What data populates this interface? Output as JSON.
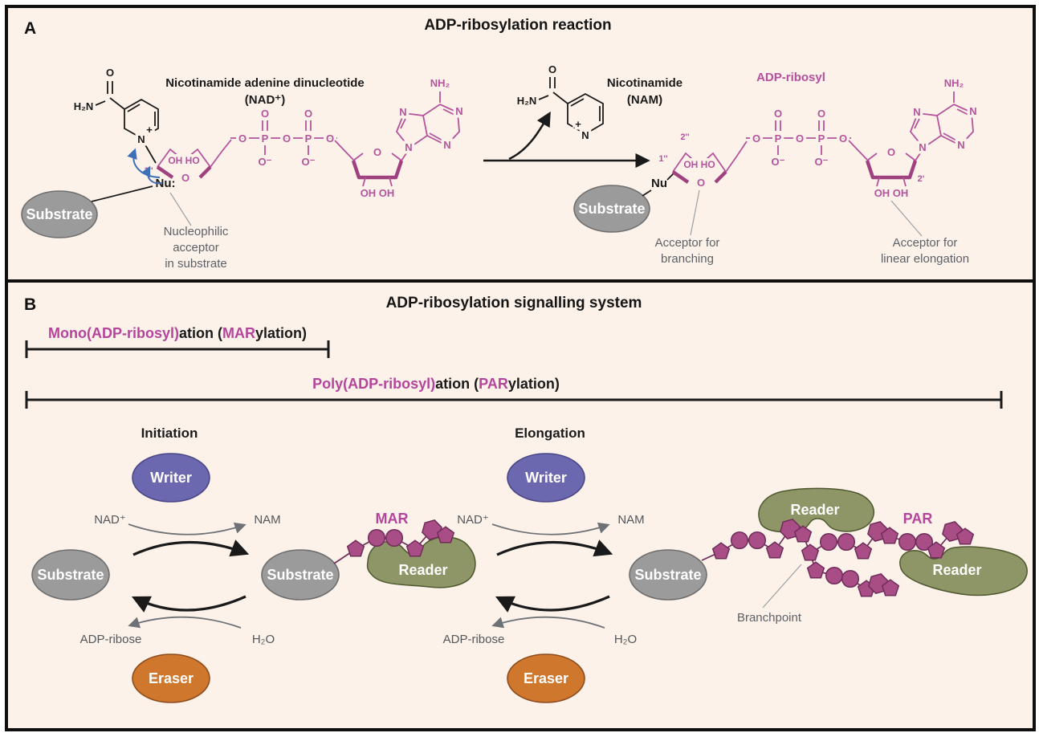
{
  "colors": {
    "background": "#fcf2ea",
    "magenta": "#b3549c",
    "chain_fill": "#a94d87",
    "chain_stroke": "#6f2c59",
    "substrate_fill": "#9b9b9b",
    "writer_fill": "#6b68b0",
    "eraser_fill": "#d0772e",
    "reader_fill": "#8e9566",
    "arrow_blue": "#3f6fb6",
    "gray_text": "#5d6167"
  },
  "panelA": {
    "label": "A",
    "title": "ADP-ribosylation reaction",
    "nad_name_line1": "Nicotinamide adenine dinucleotide",
    "nad_name_line2": "(NAD⁺)",
    "nam_name_line1": "Nicotinamide",
    "nam_name_line2": "(NAM)",
    "product_name": "ADP-ribosyl",
    "substrate": "Substrate",
    "nu_colon": "Nu:",
    "nu": "Nu",
    "note_nucleophilic": [
      "Nucleophilic",
      "acceptor",
      "in substrate"
    ],
    "note_branching": [
      "Acceptor for",
      "branching"
    ],
    "note_linear": [
      "Acceptor for",
      "linear elongation"
    ],
    "atoms": {
      "h2n": "H₂N",
      "o": "O",
      "n": "N",
      "plus": "+",
      "nh2": "NH₂",
      "p": "P",
      "o_minus": "O⁻",
      "oh_ho": "OH HO",
      "oh_oh": "OH OH",
      "pos_1pp": "1''",
      "pos_2pp": "2''",
      "pos_2p": "2'"
    }
  },
  "panelB": {
    "label": "B",
    "title": "ADP-ribosylation signalling system",
    "mar_bracket": {
      "highlight1": "Mono(ADP-ribosyl)",
      "plain1": "ation (",
      "highlight2": "MAR",
      "plain2": "ylation)"
    },
    "par_bracket": {
      "highlight1": "Poly(ADP-ribosyl)",
      "plain1": "ation (",
      "highlight2": "PAR",
      "plain2": "ylation)"
    },
    "step1": "Initiation",
    "step2": "Elongation",
    "writer": "Writer",
    "eraser": "Eraser",
    "reader": "Reader",
    "substrate": "Substrate",
    "nad": "NAD⁺",
    "nam": "NAM",
    "adp_ribose": "ADP-ribose",
    "h2o": "H₂O",
    "mar": "MAR",
    "par": "PAR",
    "branchpoint": "Branchpoint"
  }
}
